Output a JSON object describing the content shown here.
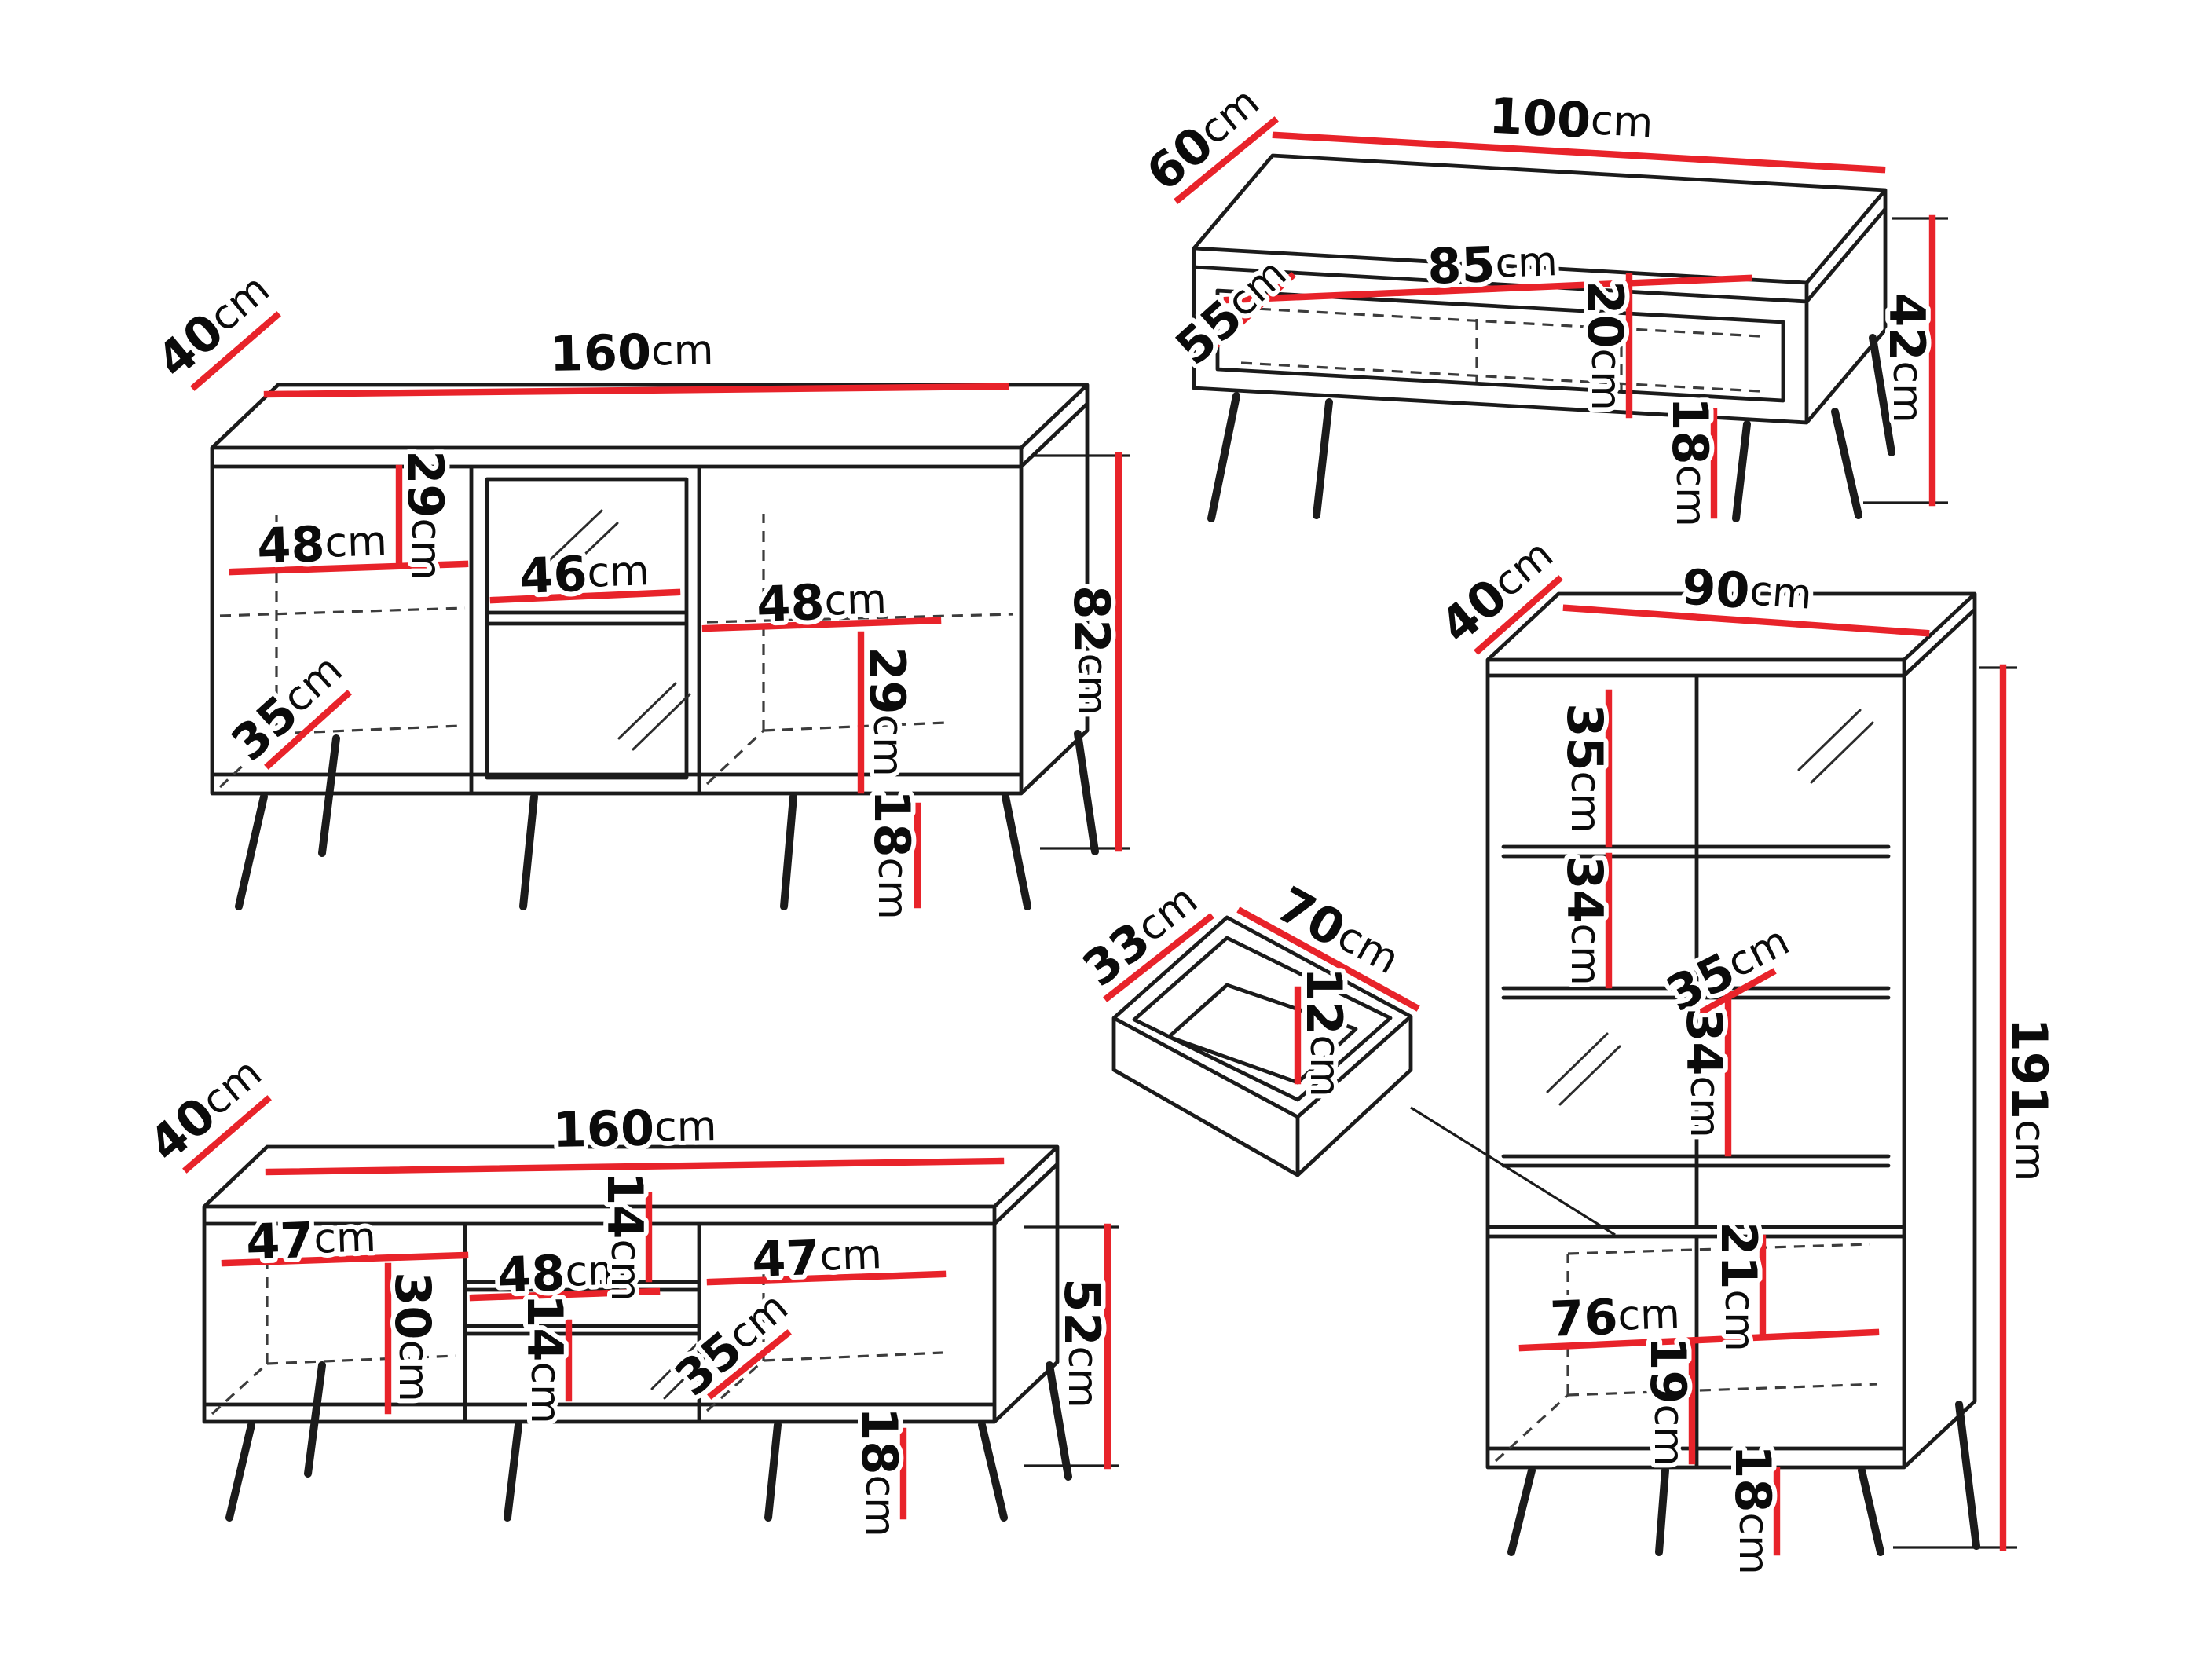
{
  "diagram": {
    "background": "#ffffff",
    "line_color": "#1b1b1b",
    "dim_color": "#e8232a",
    "unit": "cm",
    "description": "Furniture set dimension drawing: sideboard, coffee table, display cabinet, drawer, TV stand"
  },
  "pieces": {
    "sideboard": {
      "labels": {
        "width": {
          "v": "160",
          "u": "cm"
        },
        "depth": {
          "v": "40",
          "u": "cm"
        },
        "height": {
          "v": "82",
          "u": "cm"
        },
        "left_width": {
          "v": "48",
          "u": "cm"
        },
        "center_width": {
          "v": "46",
          "u": "cm"
        },
        "right_width": {
          "v": "48",
          "u": "cm"
        },
        "left_inner_height": {
          "v": "29",
          "u": "cm"
        },
        "right_inner_height": {
          "v": "29",
          "u": "cm"
        },
        "inner_depth": {
          "v": "35",
          "u": "cm"
        },
        "leg_height": {
          "v": "18",
          "u": "cm"
        }
      }
    },
    "coffee_table": {
      "labels": {
        "width": {
          "v": "100",
          "u": "cm"
        },
        "depth": {
          "v": "60",
          "u": "cm"
        },
        "height": {
          "v": "42",
          "u": "cm"
        },
        "inner_width": {
          "v": "85",
          "u": "cm"
        },
        "inner_depth": {
          "v": "55",
          "u": "cm"
        },
        "inner_height": {
          "v": "20",
          "u": "cm"
        },
        "leg_height": {
          "v": "18",
          "u": "cm"
        }
      }
    },
    "vitrine": {
      "labels": {
        "depth": {
          "v": "40",
          "u": "cm"
        },
        "width": {
          "v": "90",
          "u": "cm"
        },
        "height": {
          "v": "191",
          "u": "cm"
        },
        "shelf1_height": {
          "v": "35",
          "u": "cm"
        },
        "shelf2_height": {
          "v": "34",
          "u": "cm"
        },
        "shelf_depth": {
          "v": "35",
          "u": "cm"
        },
        "shelf3_height": {
          "v": "34",
          "u": "cm"
        },
        "lower_width": {
          "v": "76",
          "u": "cm"
        },
        "lower_top_height": {
          "v": "21",
          "u": "cm"
        },
        "lower_bottom_height": {
          "v": "19",
          "u": "cm"
        },
        "leg_height": {
          "v": "18",
          "u": "cm"
        }
      }
    },
    "drawer": {
      "labels": {
        "depth": {
          "v": "33",
          "u": "cm"
        },
        "width": {
          "v": "70",
          "u": "cm"
        },
        "height": {
          "v": "12",
          "u": "cm"
        }
      }
    },
    "tv_stand": {
      "labels": {
        "depth": {
          "v": "40",
          "u": "cm"
        },
        "width": {
          "v": "160",
          "u": "cm"
        },
        "height": {
          "v": "52",
          "u": "cm"
        },
        "left_width": {
          "v": "47",
          "u": "cm"
        },
        "center_width": {
          "v": "48",
          "u": "cm"
        },
        "right_width": {
          "v": "47",
          "u": "cm"
        },
        "center_top_height": {
          "v": "14",
          "u": "cm"
        },
        "center_bottom_height": {
          "v": "14",
          "u": "cm"
        },
        "left_inner_height": {
          "v": "30",
          "u": "cm"
        },
        "inner_depth": {
          "v": "35",
          "u": "cm"
        },
        "leg_height": {
          "v": "18",
          "u": "cm"
        }
      }
    }
  }
}
